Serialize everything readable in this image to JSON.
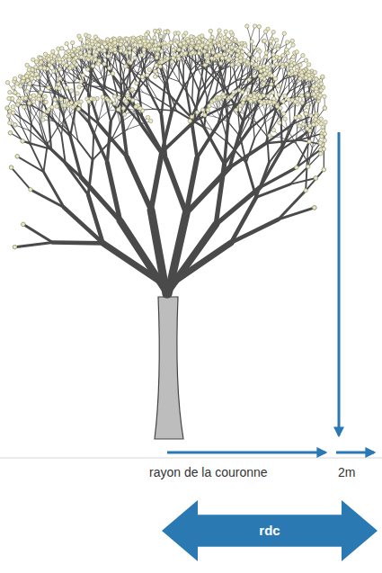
{
  "diagram": {
    "nodes": [
      {
        "text": [
          "rdc"
        ]
      }
    ],
    "labels": [
      "rayon de la couronne",
      "2m"
    ]
  }
}
